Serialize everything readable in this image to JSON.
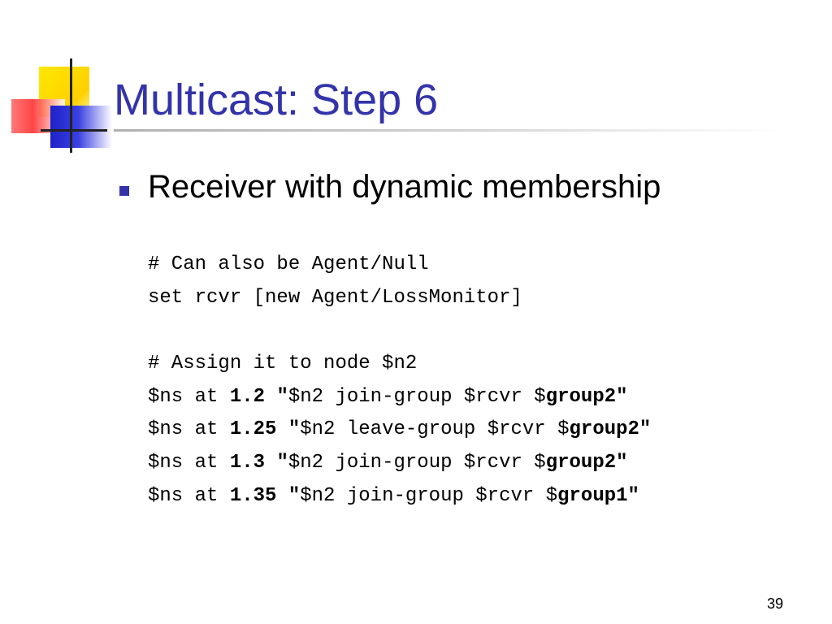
{
  "title": "Multicast: Step 6",
  "bullet": "Receiver with dynamic membership",
  "code": {
    "l1": "# Can also be Agent/Null",
    "l2": "set rcvr [new Agent/LossMonitor]",
    "l3": "# Assign it to node $n2",
    "l4": {
      "a": "$ns at ",
      "b": "1.2",
      "c": " \"",
      "d": "$n2 join-group $rcvr $",
      "e": "group2\""
    },
    "l5": {
      "a": "$ns at ",
      "b": "1.25",
      "c": " \"",
      "d": "$n2 leave-group $rcvr $",
      "e": "group2\""
    },
    "l6": {
      "a": "$ns at ",
      "b": "1.3",
      "c": " \"",
      "d": "$n2 join-group $rcvr $",
      "e": "group2\""
    },
    "l7": {
      "a": "$ns at ",
      "b": "1.35",
      "c": " \"",
      "d": "$n2 join-group $rcvr $",
      "e": "group1\""
    }
  },
  "page_number": "39",
  "colors": {
    "title": "#3333aa",
    "bullet": "#3333aa"
  }
}
